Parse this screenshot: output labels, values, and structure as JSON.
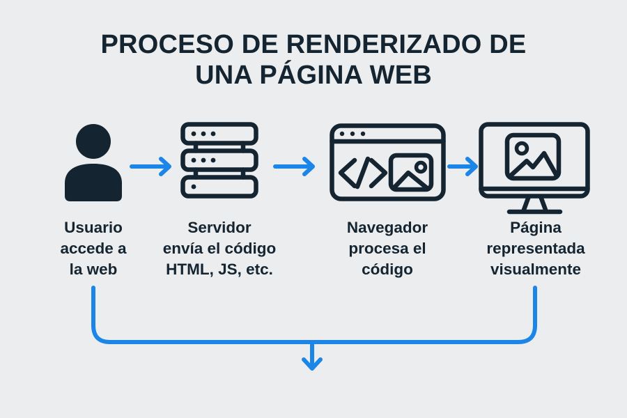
{
  "colors": {
    "background": "#ecedee",
    "ink": "#142430",
    "accent": "#1b86e8"
  },
  "title": "PROCESO DE RENDERIZADO DE\nUNA PÁGINA WEB",
  "steps": [
    {
      "icon": "user-icon",
      "label": "Usuario\naccede a\nla web"
    },
    {
      "icon": "server-icon",
      "label": "Servidor\nenvía el código\nHTML, JS, etc."
    },
    {
      "icon": "browser-code-icon",
      "label": "Navegador\nprocesa el\ncódigo"
    },
    {
      "icon": "monitor-image-icon",
      "label": "Página\nrepresentada\nvisualmente"
    }
  ],
  "connectors": {
    "forward_arrow_glyph": "→",
    "forward_arrow_count": 3,
    "return_flow": "loop from step 1 and step 4 merging into a downward arrow"
  }
}
